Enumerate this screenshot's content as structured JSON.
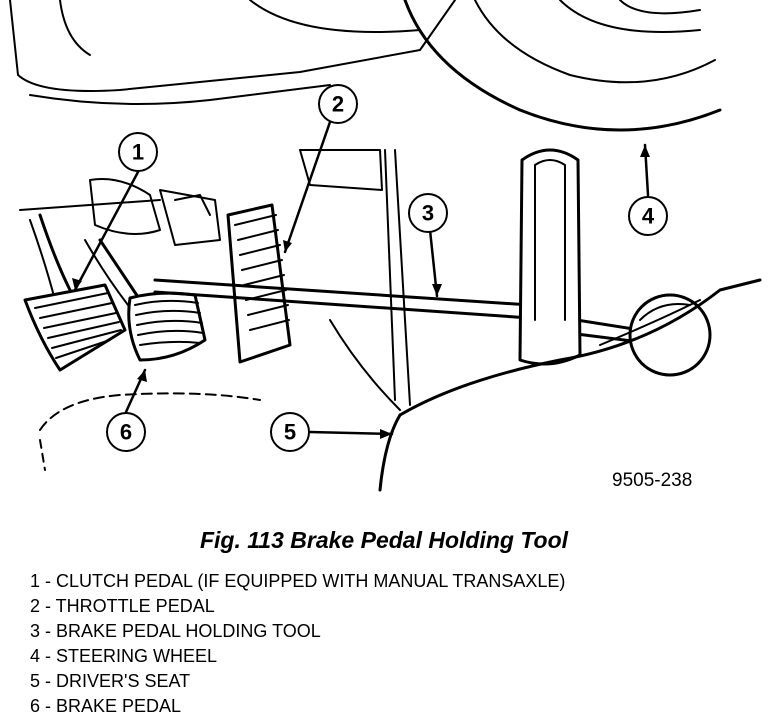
{
  "figure": {
    "id_label": "9505-238",
    "callouts": [
      "1",
      "2",
      "3",
      "4",
      "5",
      "6"
    ]
  },
  "caption": "Fig. 113 Brake Pedal Holding Tool",
  "legend": [
    "1 - CLUTCH PEDAL (IF EQUIPPED WITH MANUAL TRANSAXLE)",
    "2 - THROTTLE PEDAL",
    "3 - BRAKE PEDAL HOLDING TOOL",
    "4 - STEERING WHEEL",
    "5 - DRIVER'S SEAT",
    "6 - BRAKE PEDAL"
  ]
}
